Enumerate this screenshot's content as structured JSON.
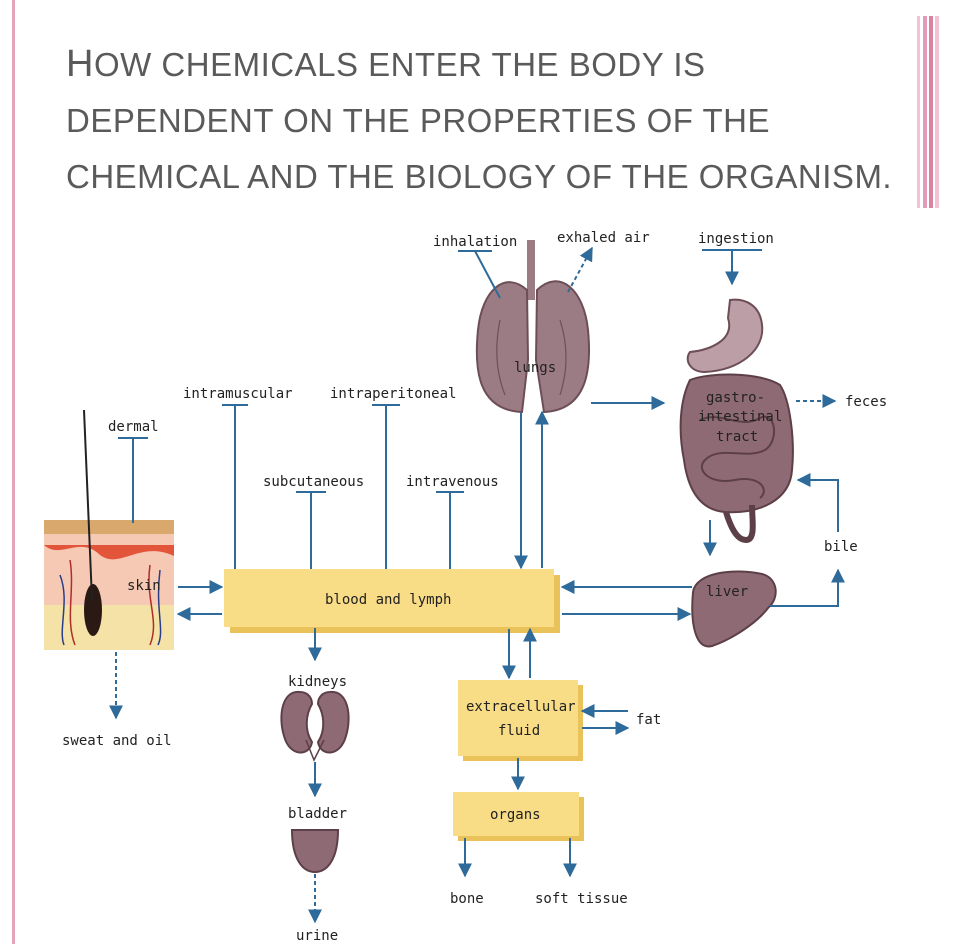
{
  "slide": {
    "title_first_letter": "H",
    "title_rest": "ow chemicals enter the body is dependent on the properties of the chemical and the biology of the organism."
  },
  "diagram": {
    "routes": {
      "inhalation": "inhalation",
      "exhaled_air": "exhaled air",
      "ingestion": "ingestion",
      "dermal": "dermal",
      "intramuscular": "intramuscular",
      "intraperitoneal": "intraperitoneal",
      "subcutaneous": "subcutaneous",
      "intravenous": "intravenous"
    },
    "organs": {
      "lungs": "lungs",
      "gi_line1": "gastro-",
      "gi_line2": "intestinal",
      "gi_line3": "tract",
      "skin": "skin",
      "liver": "liver",
      "kidneys": "kidneys",
      "bladder": "bladder"
    },
    "boxes": {
      "blood_lymph": "blood and lymph",
      "ecf_line1": "extracellular",
      "ecf_line2": "fluid",
      "organs": "organs"
    },
    "outputs": {
      "feces": "feces",
      "bile": "bile",
      "sweat_oil": "sweat and oil",
      "urine": "urine",
      "fat": "fat",
      "bone": "bone",
      "soft_tissue": "soft tissue"
    },
    "colors": {
      "arrow": "#2e6b9a",
      "box_fill": "#f9dc86",
      "box_shadow": "#e9c25a",
      "organ_fill": "#9c7c84",
      "organ_dark": "#6d4e57"
    }
  }
}
